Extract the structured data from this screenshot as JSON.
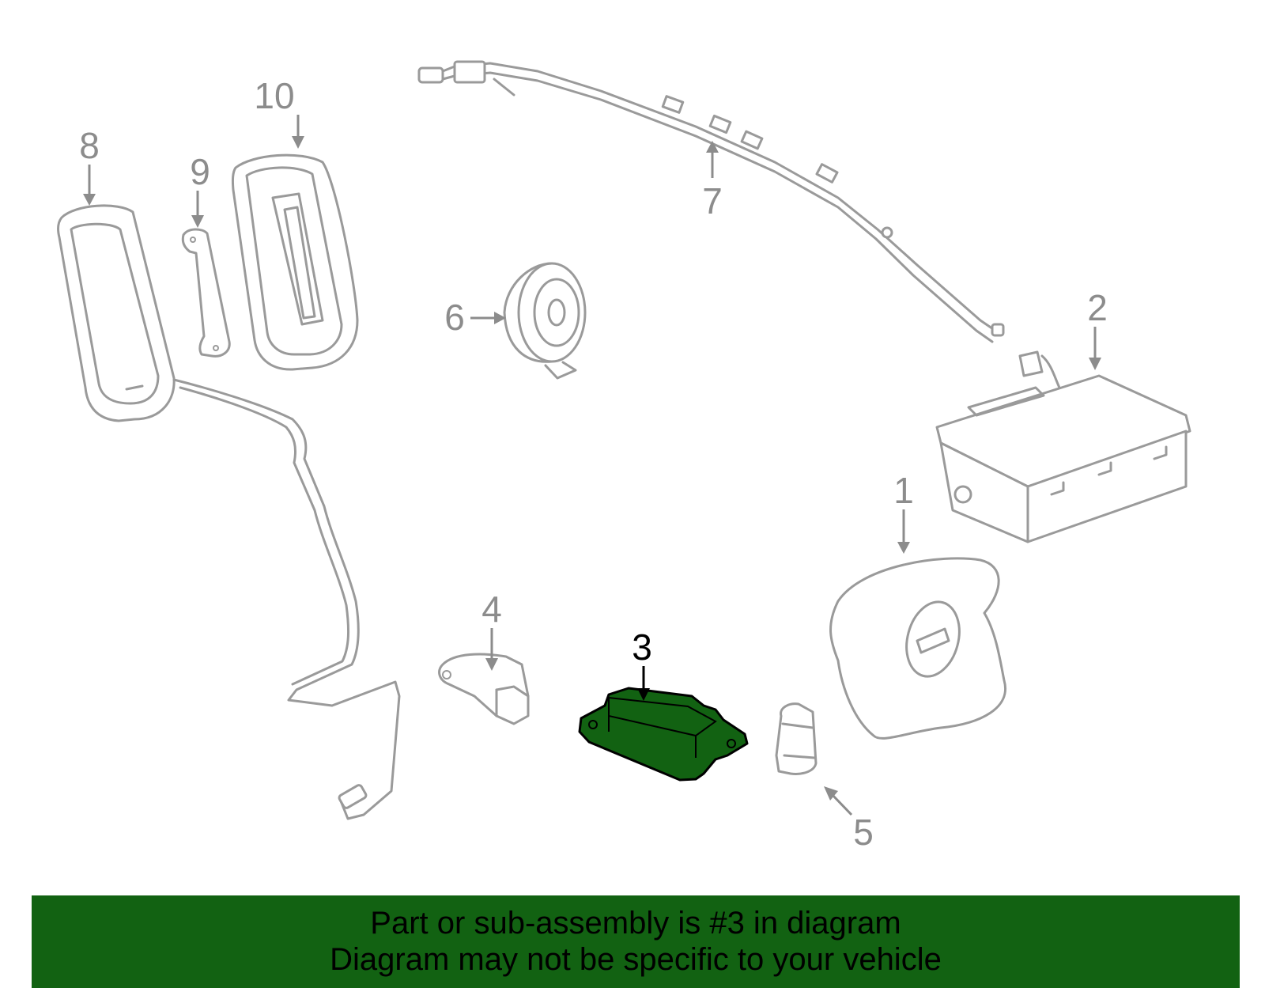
{
  "diagram": {
    "callouts": [
      {
        "id": "1",
        "label": "1"
      },
      {
        "id": "2",
        "label": "2"
      },
      {
        "id": "3",
        "label": "3"
      },
      {
        "id": "4",
        "label": "4"
      },
      {
        "id": "5",
        "label": "5"
      },
      {
        "id": "6",
        "label": "6"
      },
      {
        "id": "7",
        "label": "7"
      },
      {
        "id": "8",
        "label": "8"
      },
      {
        "id": "9",
        "label": "9"
      },
      {
        "id": "10",
        "label": "10"
      }
    ],
    "highlighted_part": "3",
    "highlight_color": "#126212",
    "line_color": "#9a9a9a"
  },
  "caption": {
    "line1": "Part or sub-assembly is #3 in diagram",
    "line2": "Diagram may not be specific to your vehicle",
    "background_color": "#126212"
  }
}
